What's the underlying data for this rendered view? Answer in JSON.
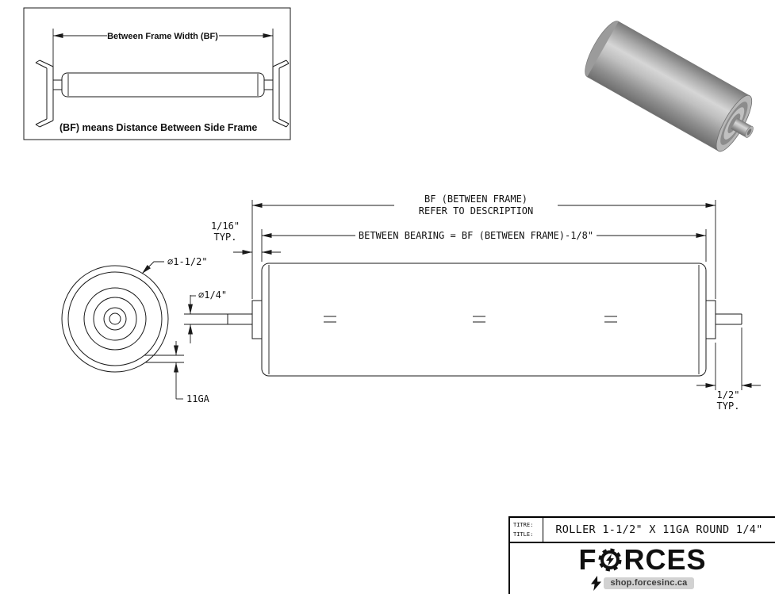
{
  "inset": {
    "dim_label": "Between Frame Width (BF)",
    "caption": "(BF) means Distance Between Side Frame"
  },
  "drawing": {
    "bf_label_1": "BF (BETWEEN FRAME)",
    "bf_label_2": "REFER TO DESCRIPTION",
    "between_bearing_label": "BETWEEN BEARING = BF (BETWEEN FRAME)-1/8\"",
    "gap_label_1": "1/16\"",
    "gap_label_2": "TYP.",
    "roller_dia_label": "⌀1-1/2\"",
    "shaft_dia_label": "⌀1/4\"",
    "wall_gauge_label": "11GA",
    "shaft_ext_label_1": "1/2\"",
    "shaft_ext_label_2": "TYP."
  },
  "title_block": {
    "titre_label": "TITRE:",
    "title_label": "TITLE:",
    "drawing_title": "ROLLER 1-1/2\" X 11GA ROUND 1/4\"",
    "logo_prefix": "F",
    "logo_suffix": "RCES",
    "website": "shop.forcesinc.ca"
  },
  "colors": {
    "line": "#1a1a1a",
    "roller_gray": "#a9a9a9",
    "logo_black": "#111111",
    "website_badge_bg": "#d2d2d2",
    "website_text": "#3c3c3c"
  }
}
